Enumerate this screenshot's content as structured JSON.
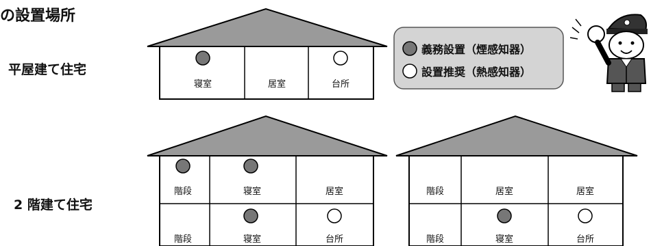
{
  "title": "の設置場所",
  "rows": {
    "single_story": "平屋建て住宅",
    "two_story": "2 階建て住宅"
  },
  "legend": {
    "required": "義務設置（煙感知器）",
    "recommended": "設置推奨（熱感知器）"
  },
  "houses": {
    "single": {
      "rooms": [
        "寝室",
        "居室",
        "台所"
      ]
    },
    "two_a": {
      "upper": [
        "階段",
        "寝室",
        "居室"
      ],
      "lower": [
        "階段",
        "寝室",
        "台所"
      ]
    },
    "two_b": {
      "upper": [
        "階段",
        "居室",
        "居室"
      ],
      "lower": [
        "階段",
        "寝室",
        "台所"
      ]
    }
  },
  "colors": {
    "roof": "#9a9a9a",
    "required_detector": "#777777",
    "recommended_detector": "#ffffff",
    "legend_bg": "#d4d4d4"
  }
}
